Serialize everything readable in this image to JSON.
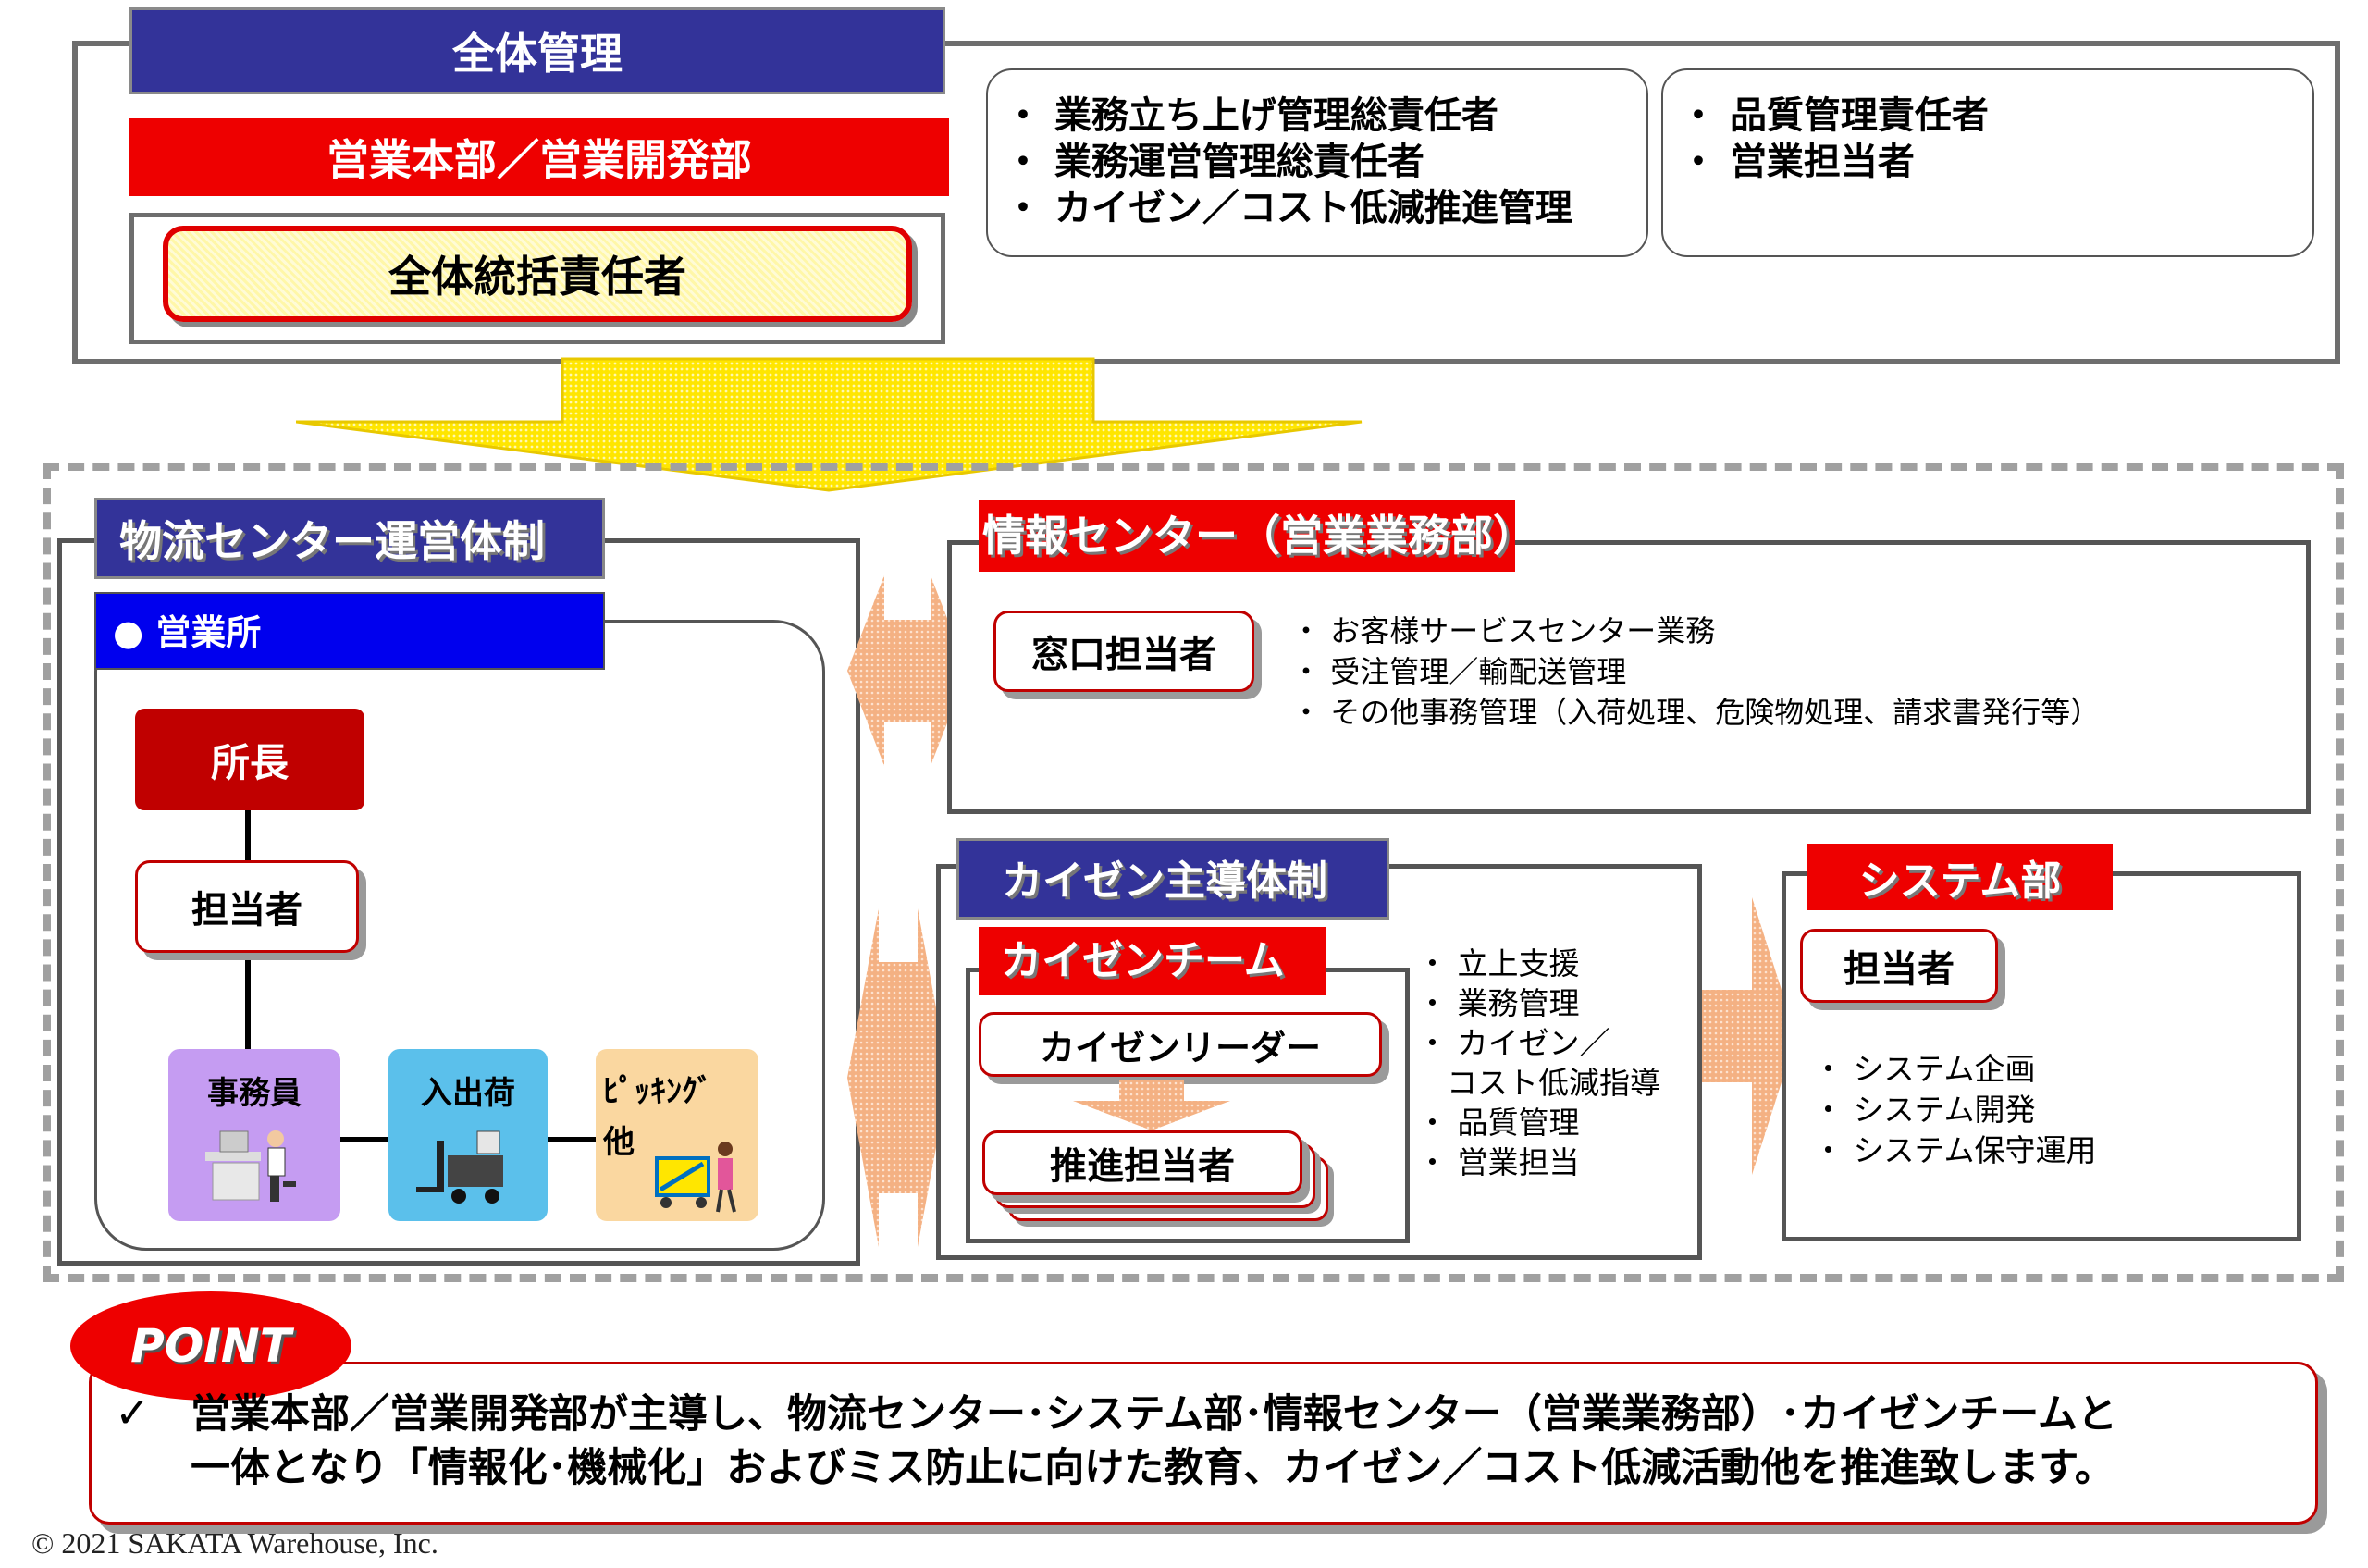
{
  "top": {
    "overall_title": "全体管理",
    "dept": "営業本部／営業開発部",
    "head": "全体統括責任者",
    "duties_a": [
      "業務立ち上げ管理総責任者",
      "業務運営管理総責任者",
      "カイゼン／コスト低減推進管理"
    ],
    "duties_b": [
      "品質管理責任者",
      "営業担当者"
    ]
  },
  "logistics": {
    "title": "物流センター運営体制",
    "office": "● 営業所",
    "chief": "所長",
    "staff": "担当者",
    "roles": [
      "事務員",
      "入出荷",
      "ﾋﾟｯｷﾝｸﾞ",
      "他"
    ]
  },
  "info_center": {
    "title": "情報センター（営業業務部）",
    "contact": "窓口担当者",
    "duties": [
      "お客様サービスセンター業務",
      "受注管理／輸配送管理",
      "その他事務管理（入荷処理、危険物処理、請求書発行等）"
    ]
  },
  "kaizen": {
    "title": "カイゼン主導体制",
    "team": "カイゼンチーム",
    "leader": "カイゼンリーダー",
    "promoter": "推進担当者",
    "duties": [
      "立上支援",
      "業務管理",
      "カイゼン／",
      "コスト低減指導",
      "品質管理",
      "営業担当"
    ]
  },
  "system": {
    "title": "システム部",
    "staff": "担当者",
    "duties": [
      "システム企画",
      "システム開発",
      "システム保守運用"
    ]
  },
  "point": {
    "badge": "POINT",
    "check": "✓",
    "line1": "営業本部／営業開発部が主導し、物流センター･システム部･情報センター（営業業務部）･カイゼンチームと",
    "line2": "一体となり「情報化･機械化」およびミス防止に向けた教育、カイゼン／コスト低減活動他を推進致します。"
  },
  "copyright": "© 2021 SAKATA Warehouse, Inc.",
  "colors": {
    "navy": "#333399",
    "red": "#ee0000",
    "yellow": "#ffe600",
    "peach": "#f4b183",
    "purple": "#c59cf2",
    "cyan": "#5bc0eb",
    "tan": "#fad7a0"
  }
}
